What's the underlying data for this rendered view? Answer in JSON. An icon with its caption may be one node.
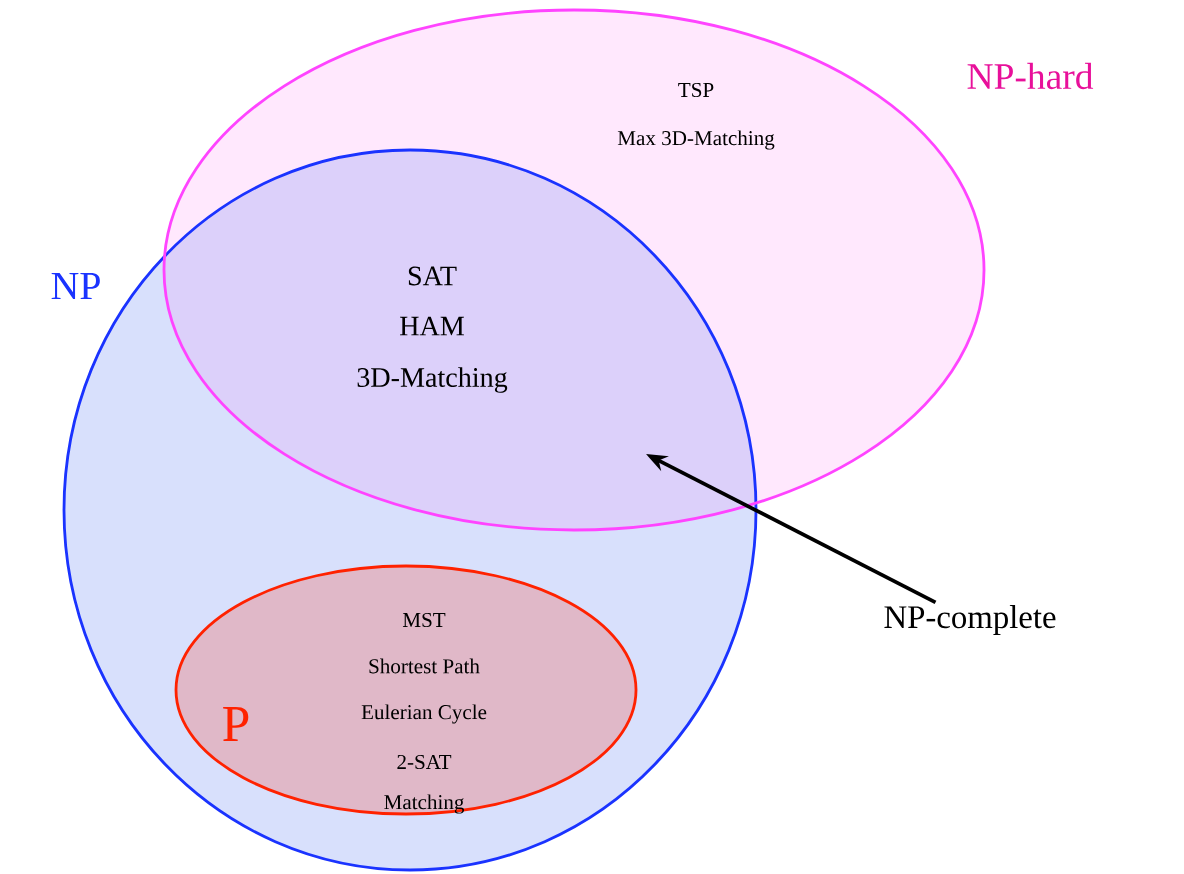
{
  "diagram": {
    "nodes": [
      {
        "text": [
          "NP"
        ]
      },
      {
        "text": [
          "TSP",
          "Max 3D-Matching",
          "NP-hard"
        ]
      },
      {
        "text": [
          "P",
          "MST",
          "Shortest Path",
          "Eulerian Cycle",
          "2-SAT",
          "Matching"
        ],
        "in": 0
      },
      {
        "text": [
          "NP-complete"
        ]
      }
    ],
    "edges": [
      {
        "from": 3,
        "to": 1,
        "arrow": "to"
      }
    ],
    "labels": [
      "SAT",
      "HAM",
      "3D-Matching"
    ]
  }
}
